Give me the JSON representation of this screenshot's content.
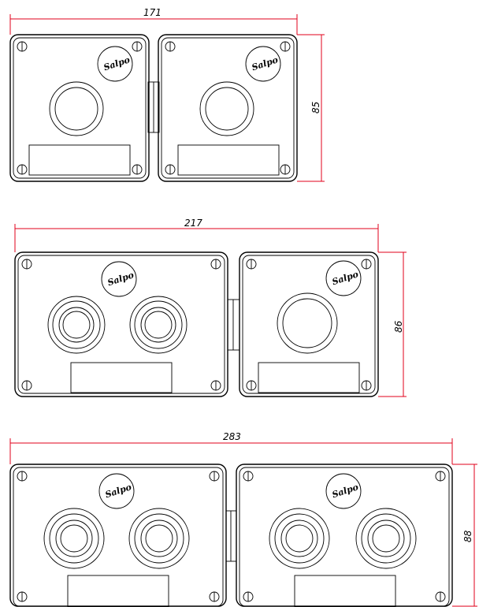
{
  "diagram": {
    "assemblies": [
      {
        "id": "assembly-1",
        "boxes": [
          {
            "holes": 1
          },
          {
            "holes": 1
          }
        ],
        "width_label": "171",
        "height_label": "85"
      },
      {
        "id": "assembly-2",
        "boxes": [
          {
            "holes": 2
          },
          {
            "holes": 1
          }
        ],
        "width_label": "217",
        "height_label": "86"
      },
      {
        "id": "assembly-3",
        "boxes": [
          {
            "holes": 2
          },
          {
            "holes": 2
          }
        ],
        "width_label": "283",
        "height_label": "88"
      }
    ],
    "logo_text": "Salpo",
    "colors": {
      "outline": "#000000",
      "dimension_line": "#e0001b",
      "background": "#ffffff"
    }
  }
}
